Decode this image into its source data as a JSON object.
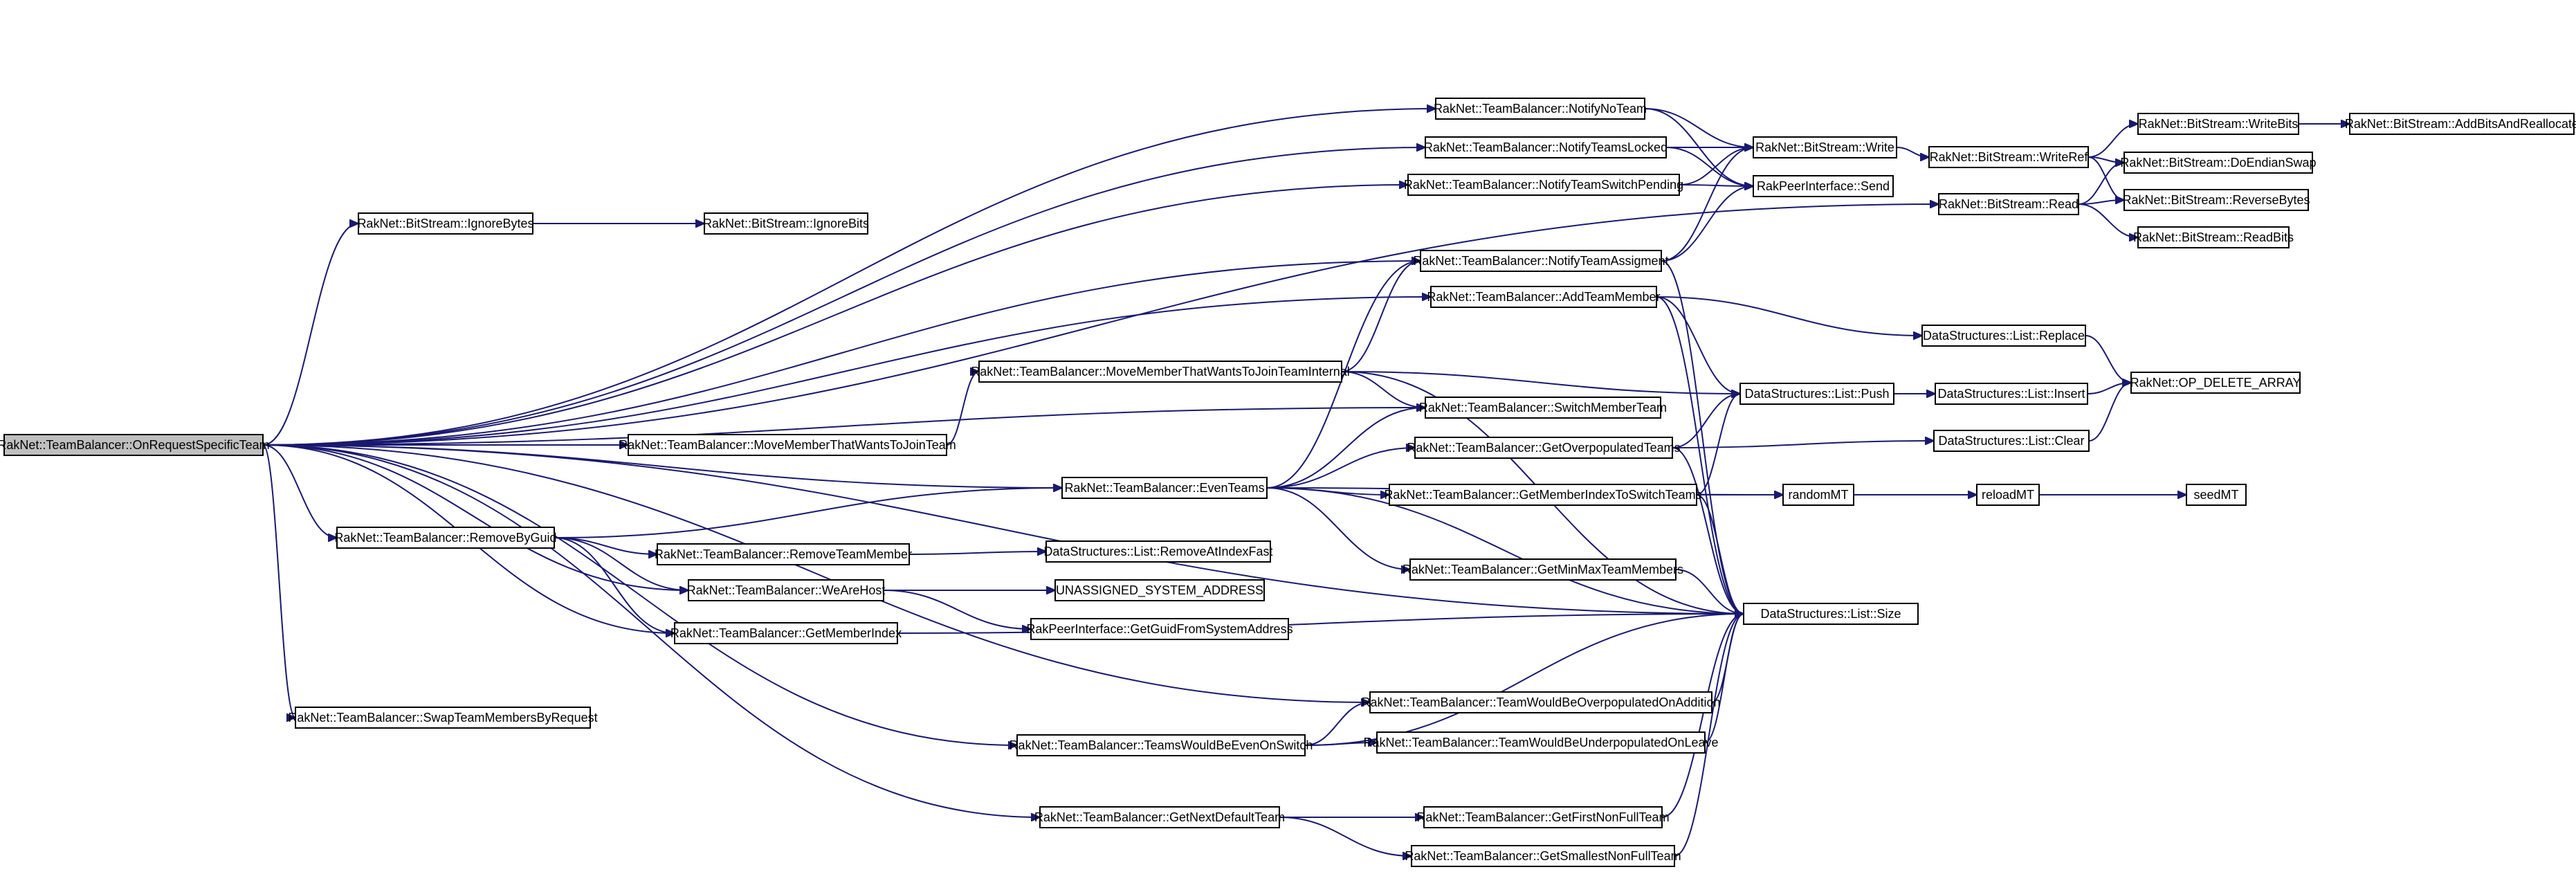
{
  "nodes": [
    {
      "id": "root",
      "label": "RakNet::TeamBalancer::OnRequestSpecificTeam",
      "root": true
    },
    {
      "id": "notifyNoTeam",
      "label": "RakNet::TeamBalancer::NotifyNoTeam"
    },
    {
      "id": "notifyTeamsLocked",
      "label": "RakNet::TeamBalancer::NotifyTeamsLocked"
    },
    {
      "id": "notifySwitchPending",
      "label": "RakNet::TeamBalancer::NotifyTeamSwitchPending"
    },
    {
      "id": "bsWrite",
      "label": "RakNet::BitStream::Write"
    },
    {
      "id": "bsWriteRef",
      "label": "RakNet::BitStream::WriteRef"
    },
    {
      "id": "bsWriteBits",
      "label": "RakNet::BitStream::WriteBits"
    },
    {
      "id": "bsAddBits",
      "label": "RakNet::BitStream::AddBitsAndReallocate"
    },
    {
      "id": "bsDoEndian",
      "label": "RakNet::BitStream::DoEndianSwap"
    },
    {
      "id": "bsReverse",
      "label": "RakNet::BitStream::ReverseBytes"
    },
    {
      "id": "bsReadBits",
      "label": "RakNet::BitStream::ReadBits"
    },
    {
      "id": "bsRead",
      "label": "RakNet::BitStream::Read"
    },
    {
      "id": "rpSend",
      "label": "RakPeerInterface::Send"
    },
    {
      "id": "bsIgnoreBytes",
      "label": "RakNet::BitStream::IgnoreBytes"
    },
    {
      "id": "bsIgnoreBits",
      "label": "RakNet::BitStream::IgnoreBits"
    },
    {
      "id": "notifyAssign",
      "label": "RakNet::TeamBalancer::NotifyTeamAssigment"
    },
    {
      "id": "addTeamMember",
      "label": "RakNet::TeamBalancer::AddTeamMember"
    },
    {
      "id": "listReplace",
      "label": "DataStructures::List::Replace"
    },
    {
      "id": "moveInternal",
      "label": "RakNet::TeamBalancer::MoveMemberThatWantsToJoinTeamInternal"
    },
    {
      "id": "listPush",
      "label": "DataStructures::List::Push"
    },
    {
      "id": "listInsert",
      "label": "DataStructures::List::Insert"
    },
    {
      "id": "opDelete",
      "label": "RakNet::OP_DELETE_ARRAY"
    },
    {
      "id": "switchMember",
      "label": "RakNet::TeamBalancer::SwitchMemberTeam"
    },
    {
      "id": "moveJoin",
      "label": "RakNet::TeamBalancer::MoveMemberThatWantsToJoinTeam"
    },
    {
      "id": "getOverpop",
      "label": "RakNet::TeamBalancer::GetOverpopulatedTeams"
    },
    {
      "id": "listClear",
      "label": "DataStructures::List::Clear"
    },
    {
      "id": "evenTeams",
      "label": "RakNet::TeamBalancer::EvenTeams"
    },
    {
      "id": "getMemberIdxSwitch",
      "label": "RakNet::TeamBalancer::GetMemberIndexToSwitchTeams"
    },
    {
      "id": "randomMT",
      "label": "randomMT"
    },
    {
      "id": "reloadMT",
      "label": "reloadMT"
    },
    {
      "id": "seedMT",
      "label": "seedMT"
    },
    {
      "id": "removeByGuid",
      "label": "RakNet::TeamBalancer::RemoveByGuid"
    },
    {
      "id": "removeTeamMember",
      "label": "RakNet::TeamBalancer::RemoveTeamMember"
    },
    {
      "id": "listRemoveFast",
      "label": "DataStructures::List::RemoveAtIndexFast"
    },
    {
      "id": "getMinMax",
      "label": "RakNet::TeamBalancer::GetMinMaxTeamMembers"
    },
    {
      "id": "weAreHost",
      "label": "RakNet::TeamBalancer::WeAreHost"
    },
    {
      "id": "unassignedAddr",
      "label": "UNASSIGNED_SYSTEM_ADDRESS"
    },
    {
      "id": "getGuidFromAddr",
      "label": "RakPeerInterface::GetGuidFromSystemAddress"
    },
    {
      "id": "listSize",
      "label": "DataStructures::List::Size"
    },
    {
      "id": "getMemberIndex",
      "label": "RakNet::TeamBalancer::GetMemberIndex"
    },
    {
      "id": "swapByRequest",
      "label": "RakNet::TeamBalancer::SwapTeamMembersByRequest"
    },
    {
      "id": "wouldOverpop",
      "label": "RakNet::TeamBalancer::TeamWouldBeOverpopulatedOnAddition"
    },
    {
      "id": "wouldEven",
      "label": "RakNet::TeamBalancer::TeamsWouldBeEvenOnSwitch"
    },
    {
      "id": "wouldUnderpop",
      "label": "RakNet::TeamBalancer::TeamWouldBeUnderpopulatedOnLeave"
    },
    {
      "id": "getNextDefault",
      "label": "RakNet::TeamBalancer::GetNextDefaultTeam"
    },
    {
      "id": "getFirstNonFull",
      "label": "RakNet::TeamBalancer::GetFirstNonFullTeam"
    },
    {
      "id": "getSmallestNonFull",
      "label": "RakNet::TeamBalancer::GetSmallestNonFullTeam"
    }
  ],
  "edges": [
    [
      "root",
      "notifyNoTeam"
    ],
    [
      "root",
      "notifyTeamsLocked"
    ],
    [
      "root",
      "notifySwitchPending"
    ],
    [
      "root",
      "bsIgnoreBytes"
    ],
    [
      "root",
      "bsRead"
    ],
    [
      "root",
      "notifyAssign"
    ],
    [
      "root",
      "addTeamMember"
    ],
    [
      "root",
      "switchMember"
    ],
    [
      "root",
      "moveJoin"
    ],
    [
      "root",
      "evenTeams"
    ],
    [
      "root",
      "removeByGuid"
    ],
    [
      "root",
      "weAreHost"
    ],
    [
      "root",
      "getMemberIndex"
    ],
    [
      "root",
      "swapByRequest"
    ],
    [
      "root",
      "wouldOverpop"
    ],
    [
      "root",
      "wouldEven"
    ],
    [
      "root",
      "getNextDefault"
    ],
    [
      "root",
      "listSize"
    ],
    [
      "notifyNoTeam",
      "bsWrite"
    ],
    [
      "notifyNoTeam",
      "rpSend"
    ],
    [
      "notifyTeamsLocked",
      "bsWrite"
    ],
    [
      "notifyTeamsLocked",
      "rpSend"
    ],
    [
      "notifySwitchPending",
      "bsWrite"
    ],
    [
      "notifySwitchPending",
      "rpSend"
    ],
    [
      "notifyAssign",
      "bsWrite"
    ],
    [
      "notifyAssign",
      "rpSend"
    ],
    [
      "notifyAssign",
      "listSize"
    ],
    [
      "bsWrite",
      "bsWriteRef"
    ],
    [
      "bsWriteRef",
      "bsWriteBits"
    ],
    [
      "bsWriteRef",
      "bsDoEndian"
    ],
    [
      "bsWriteRef",
      "bsReverse"
    ],
    [
      "bsWriteBits",
      "bsAddBits"
    ],
    [
      "bsRead",
      "bsDoEndian"
    ],
    [
      "bsRead",
      "bsReverse"
    ],
    [
      "bsRead",
      "bsReadBits"
    ],
    [
      "bsIgnoreBytes",
      "bsIgnoreBits"
    ],
    [
      "addTeamMember",
      "listReplace"
    ],
    [
      "addTeamMember",
      "listPush"
    ],
    [
      "addTeamMember",
      "listSize"
    ],
    [
      "listReplace",
      "opDelete"
    ],
    [
      "listPush",
      "listInsert"
    ],
    [
      "listInsert",
      "opDelete"
    ],
    [
      "listClear",
      "opDelete"
    ],
    [
      "moveInternal",
      "notifyAssign"
    ],
    [
      "moveInternal",
      "listPush"
    ],
    [
      "moveInternal",
      "switchMember"
    ],
    [
      "moveInternal",
      "listSize"
    ],
    [
      "moveJoin",
      "moveInternal"
    ],
    [
      "evenTeams",
      "notifyAssign"
    ],
    [
      "evenTeams",
      "switchMember"
    ],
    [
      "evenTeams",
      "getOverpop"
    ],
    [
      "evenTeams",
      "getMemberIdxSwitch"
    ],
    [
      "evenTeams",
      "getMinMax"
    ],
    [
      "evenTeams",
      "randomMT"
    ],
    [
      "evenTeams",
      "listSize"
    ],
    [
      "getOverpop",
      "listPush"
    ],
    [
      "getOverpop",
      "listClear"
    ],
    [
      "getOverpop",
      "listSize"
    ],
    [
      "getMemberIdxSwitch",
      "listPush"
    ],
    [
      "getMemberIdxSwitch",
      "randomMT"
    ],
    [
      "getMemberIdxSwitch",
      "listSize"
    ],
    [
      "randomMT",
      "reloadMT"
    ],
    [
      "reloadMT",
      "seedMT"
    ],
    [
      "removeByGuid",
      "evenTeams"
    ],
    [
      "removeByGuid",
      "removeTeamMember"
    ],
    [
      "removeByGuid",
      "weAreHost"
    ],
    [
      "removeByGuid",
      "getMemberIndex"
    ],
    [
      "removeTeamMember",
      "listRemoveFast"
    ],
    [
      "weAreHost",
      "unassignedAddr"
    ],
    [
      "weAreHost",
      "getGuidFromAddr"
    ],
    [
      "getMinMax",
      "listSize"
    ],
    [
      "getMemberIndex",
      "listSize"
    ],
    [
      "wouldOverpop",
      "listSize"
    ],
    [
      "wouldEven",
      "wouldOverpop"
    ],
    [
      "wouldEven",
      "wouldUnderpop"
    ],
    [
      "wouldEven",
      "listSize"
    ],
    [
      "wouldUnderpop",
      "listSize"
    ],
    [
      "getNextDefault",
      "getFirstNonFull"
    ],
    [
      "getNextDefault",
      "getSmallestNonFull"
    ],
    [
      "getFirstNonFull",
      "listSize"
    ],
    [
      "getSmallestNonFull",
      "listSize"
    ]
  ]
}
